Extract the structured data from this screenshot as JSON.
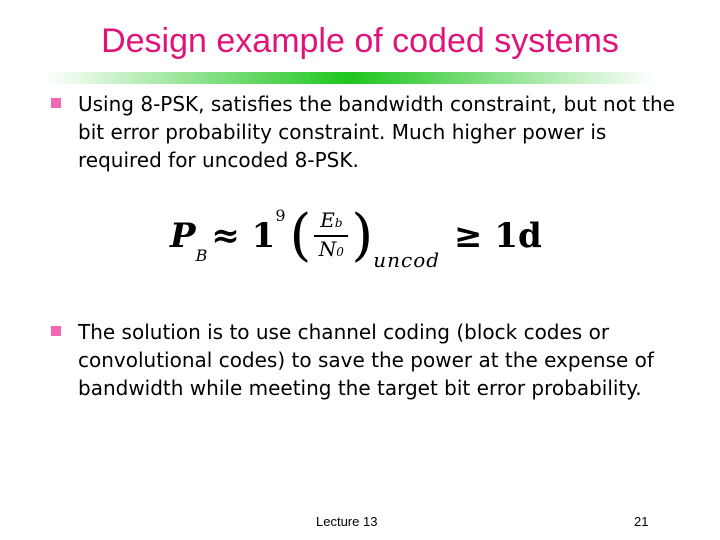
{
  "slide": {
    "title": "Design example of coded systems",
    "bullets": [
      "Using 8-PSK, satisfies the bandwidth constraint, but not the bit error probability constraint. Much higher power is required for uncoded 8-PSK.",
      "The solution is to use channel coding (block codes or convolutional codes) to save the power at the expense of bandwidth while meeting the target bit error probability."
    ],
    "equation": {
      "lhs": "P",
      "lhs_sub": "B",
      "approx": "≈ 1",
      "exp": "9",
      "numerator": "E",
      "numerator_sub": "b",
      "denominator": "N",
      "denominator_sub": "0",
      "subscript": "uncod",
      "relation": "≥ 1d"
    },
    "accent_color": "#e0137a",
    "bullet_color": "#f466b4",
    "rule_color": "#1ec61e"
  },
  "footer": {
    "center": "Lecture 13",
    "page": "21"
  }
}
